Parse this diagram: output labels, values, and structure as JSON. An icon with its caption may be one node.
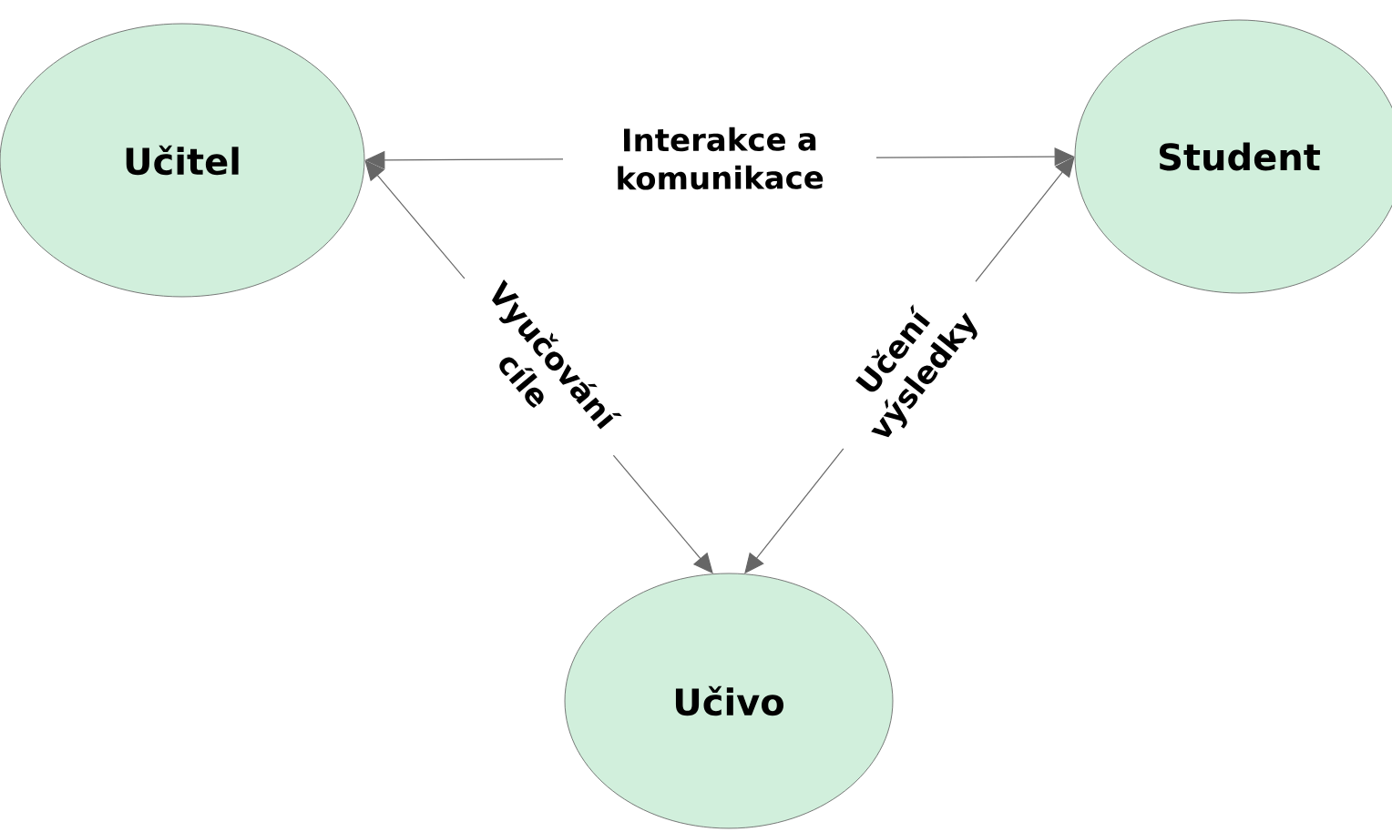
{
  "diagram": {
    "nodes": [
      {
        "text": [
          "Učitel"
        ]
      },
      {
        "text": [
          "Student"
        ]
      },
      {
        "text": [
          "Učivo"
        ]
      }
    ],
    "edges": [
      {
        "from": 0,
        "to": 1,
        "arrow": "both",
        "label": "Interakce a komunikace"
      },
      {
        "from": 0,
        "to": 2,
        "arrow": "both",
        "label": "Vyučování cíle"
      },
      {
        "from": 2,
        "to": 1,
        "arrow": "both",
        "label": "Učení výsledky"
      }
    ]
  }
}
